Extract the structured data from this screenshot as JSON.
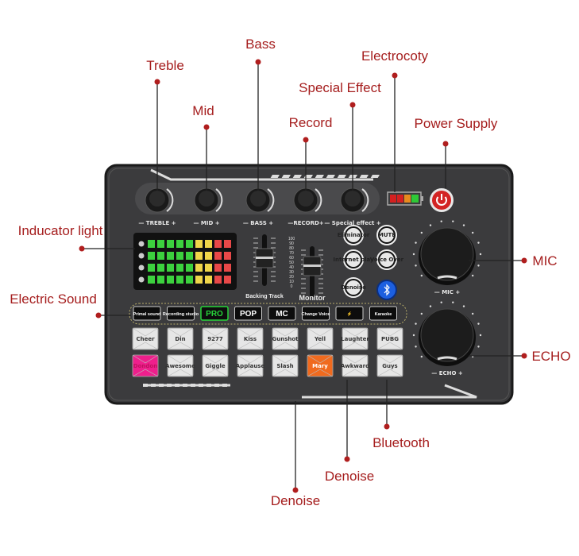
{
  "callouts": {
    "treble": "Treble",
    "mid": "Mid",
    "bass": "Bass",
    "record": "Record",
    "special_effect": "Special Effect",
    "electrocoty": "Electrocoty",
    "power_supply": "Power Supply",
    "indicator_light": "Inducator light",
    "mic": "MIC",
    "electric_sound": "Electric Sound",
    "echo": "ECHO",
    "bluetooth": "Bluetooth",
    "denoise_1": "Denoise",
    "denoise_2": "Denoise"
  },
  "device": {
    "knobs": [
      "— TREBLE +",
      "—  MID  +",
      "—  BASS  +",
      "—RECORD+",
      "— Special effect +"
    ],
    "faders": {
      "backing_track": "Backing Track",
      "monitor": "Monitor",
      "scale": [
        "100",
        "90",
        "80",
        "70",
        "60",
        "50",
        "40",
        "30",
        "20",
        "10",
        "0"
      ]
    },
    "side_buttons": [
      "Eliminator",
      "MUTE",
      "Internet play",
      "Voice Over",
      "Denoise"
    ],
    "mode_buttons": [
      "Primal sound",
      "Recording studio",
      "PRO",
      "POP",
      "MC",
      "Change Voice",
      "⚡",
      "Karaoke"
    ],
    "pads_row1": [
      "Cheer",
      "Din",
      "9277",
      "Kiss",
      "Gunshot",
      "Yell",
      "Laughter",
      "PUBG"
    ],
    "pads_row2": [
      "Dondon",
      "Awesome",
      "Giggle",
      "Applause",
      "Slash",
      "Mary",
      "Awkward",
      "Guys"
    ],
    "big_knobs": {
      "mic": "—   MIC   +",
      "echo": "—  ECHO  +"
    },
    "colors": {
      "callout": "#a51d1d",
      "body": "#3a3a3c",
      "pro": "#27d43a",
      "pink": "#ee1f8c",
      "orange": "#f06a1e",
      "bluetooth": "#1c5fe0",
      "power": "#d32424"
    }
  }
}
